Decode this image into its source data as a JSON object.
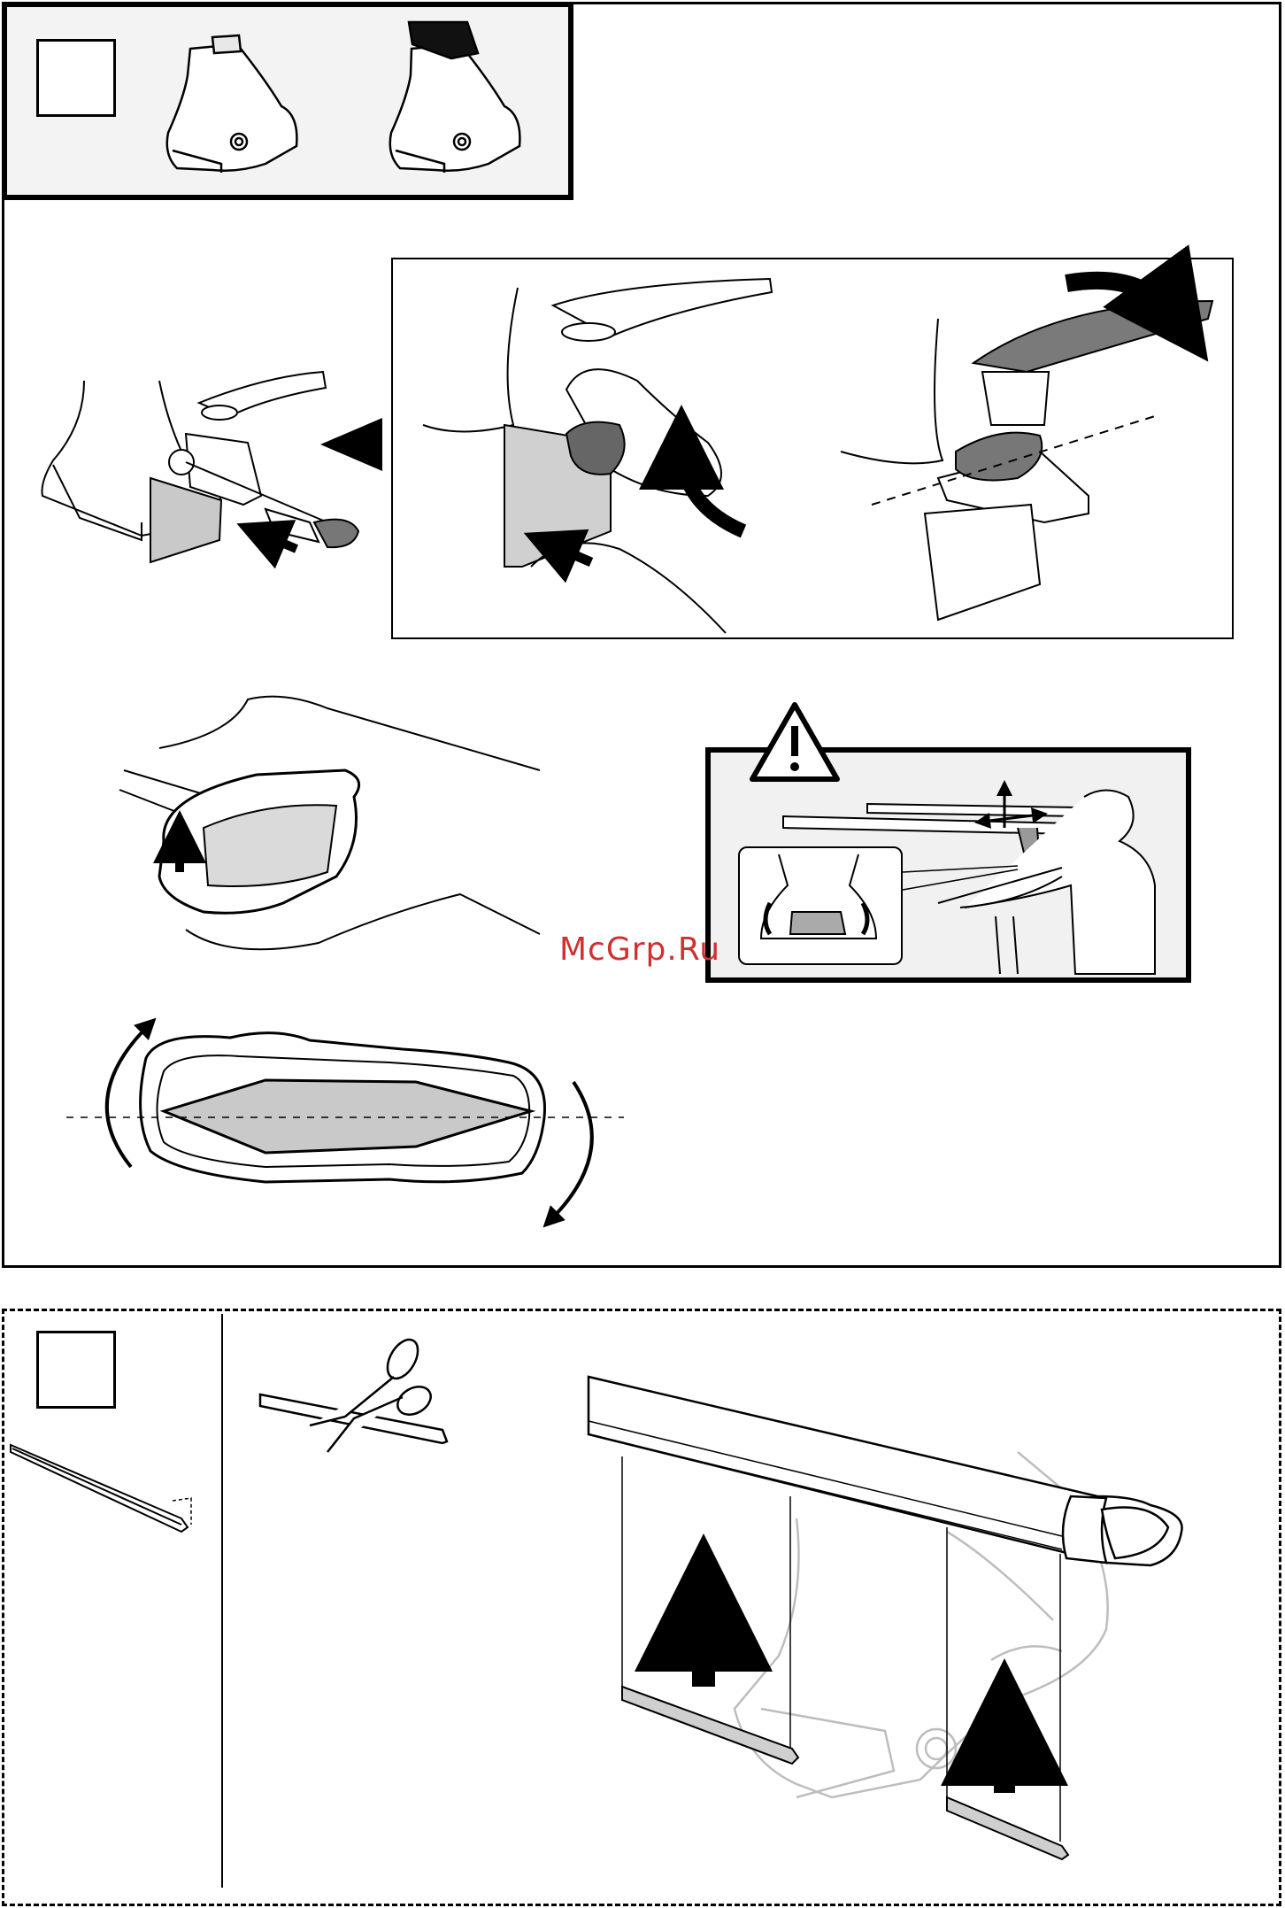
{
  "watermark": {
    "text": "McGrp.Ru"
  },
  "colors": {
    "ink": "#000000",
    "fill_gray": "#c9c9c9",
    "panel_bg": "#f3f3f3",
    "ghost": "#bdbdbd",
    "watermark": "#d03030"
  },
  "icons": [
    "warning-triangle-icon",
    "arrow-icon",
    "scissors-icon",
    "curved-arrow-icon"
  ],
  "step1": {
    "number_box": "",
    "variants": [
      "foot-with-small-cap",
      "foot-with-black-cap"
    ]
  },
  "step2": {
    "number_box": ""
  }
}
